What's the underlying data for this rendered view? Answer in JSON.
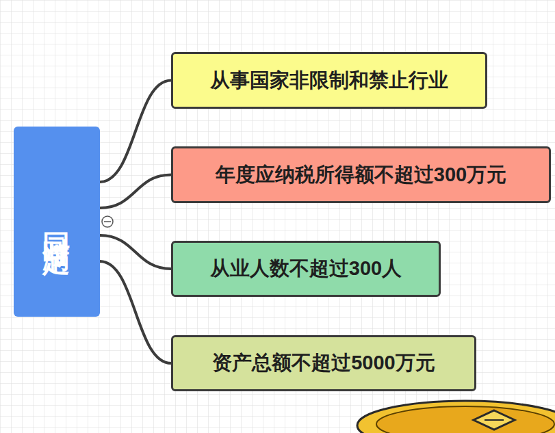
{
  "diagram": {
    "nodes": [
      {
        "text": [
          "同时满足"
        ]
      },
      {
        "text": [
          "从事国家非限制和禁止行业"
        ]
      },
      {
        "text": [
          "年度应纳税所得额不超过300万元"
        ]
      },
      {
        "text": [
          "从业人数不超过300人"
        ]
      },
      {
        "text": [
          "资产总额不超过5000万元"
        ]
      }
    ],
    "edges": [
      {
        "from": 0,
        "to": 1,
        "arrow": "none"
      },
      {
        "from": 0,
        "to": 2,
        "arrow": "none"
      },
      {
        "from": 0,
        "to": 3,
        "arrow": "none"
      },
      {
        "from": 0,
        "to": 4,
        "arrow": "none"
      }
    ]
  }
}
